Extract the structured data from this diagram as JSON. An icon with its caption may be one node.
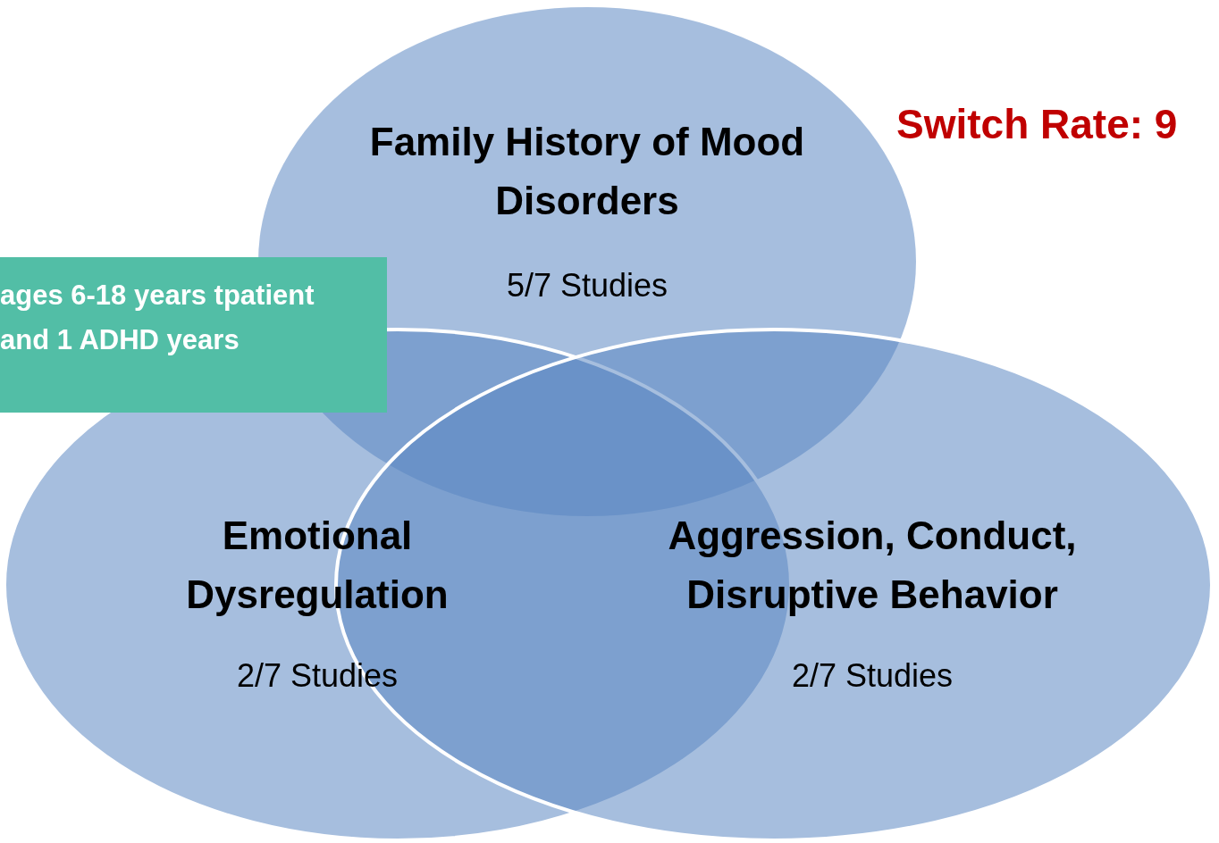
{
  "diagram": {
    "nodes": [
      {
        "text": [
          "Family History of Mood Disorders",
          "5/7 Studies"
        ]
      },
      {
        "text": [
          "Emotional Dysregulation",
          "2/7 Studies"
        ]
      },
      {
        "text": [
          "Aggression, Conduct, Disruptive Behavior",
          "2/7 Studies"
        ]
      },
      {
        "text": [
          "ages 6-18 years tpatient and 1 ADHD years"
        ]
      }
    ],
    "labels": [
      "Switch Rate: 9"
    ]
  }
}
